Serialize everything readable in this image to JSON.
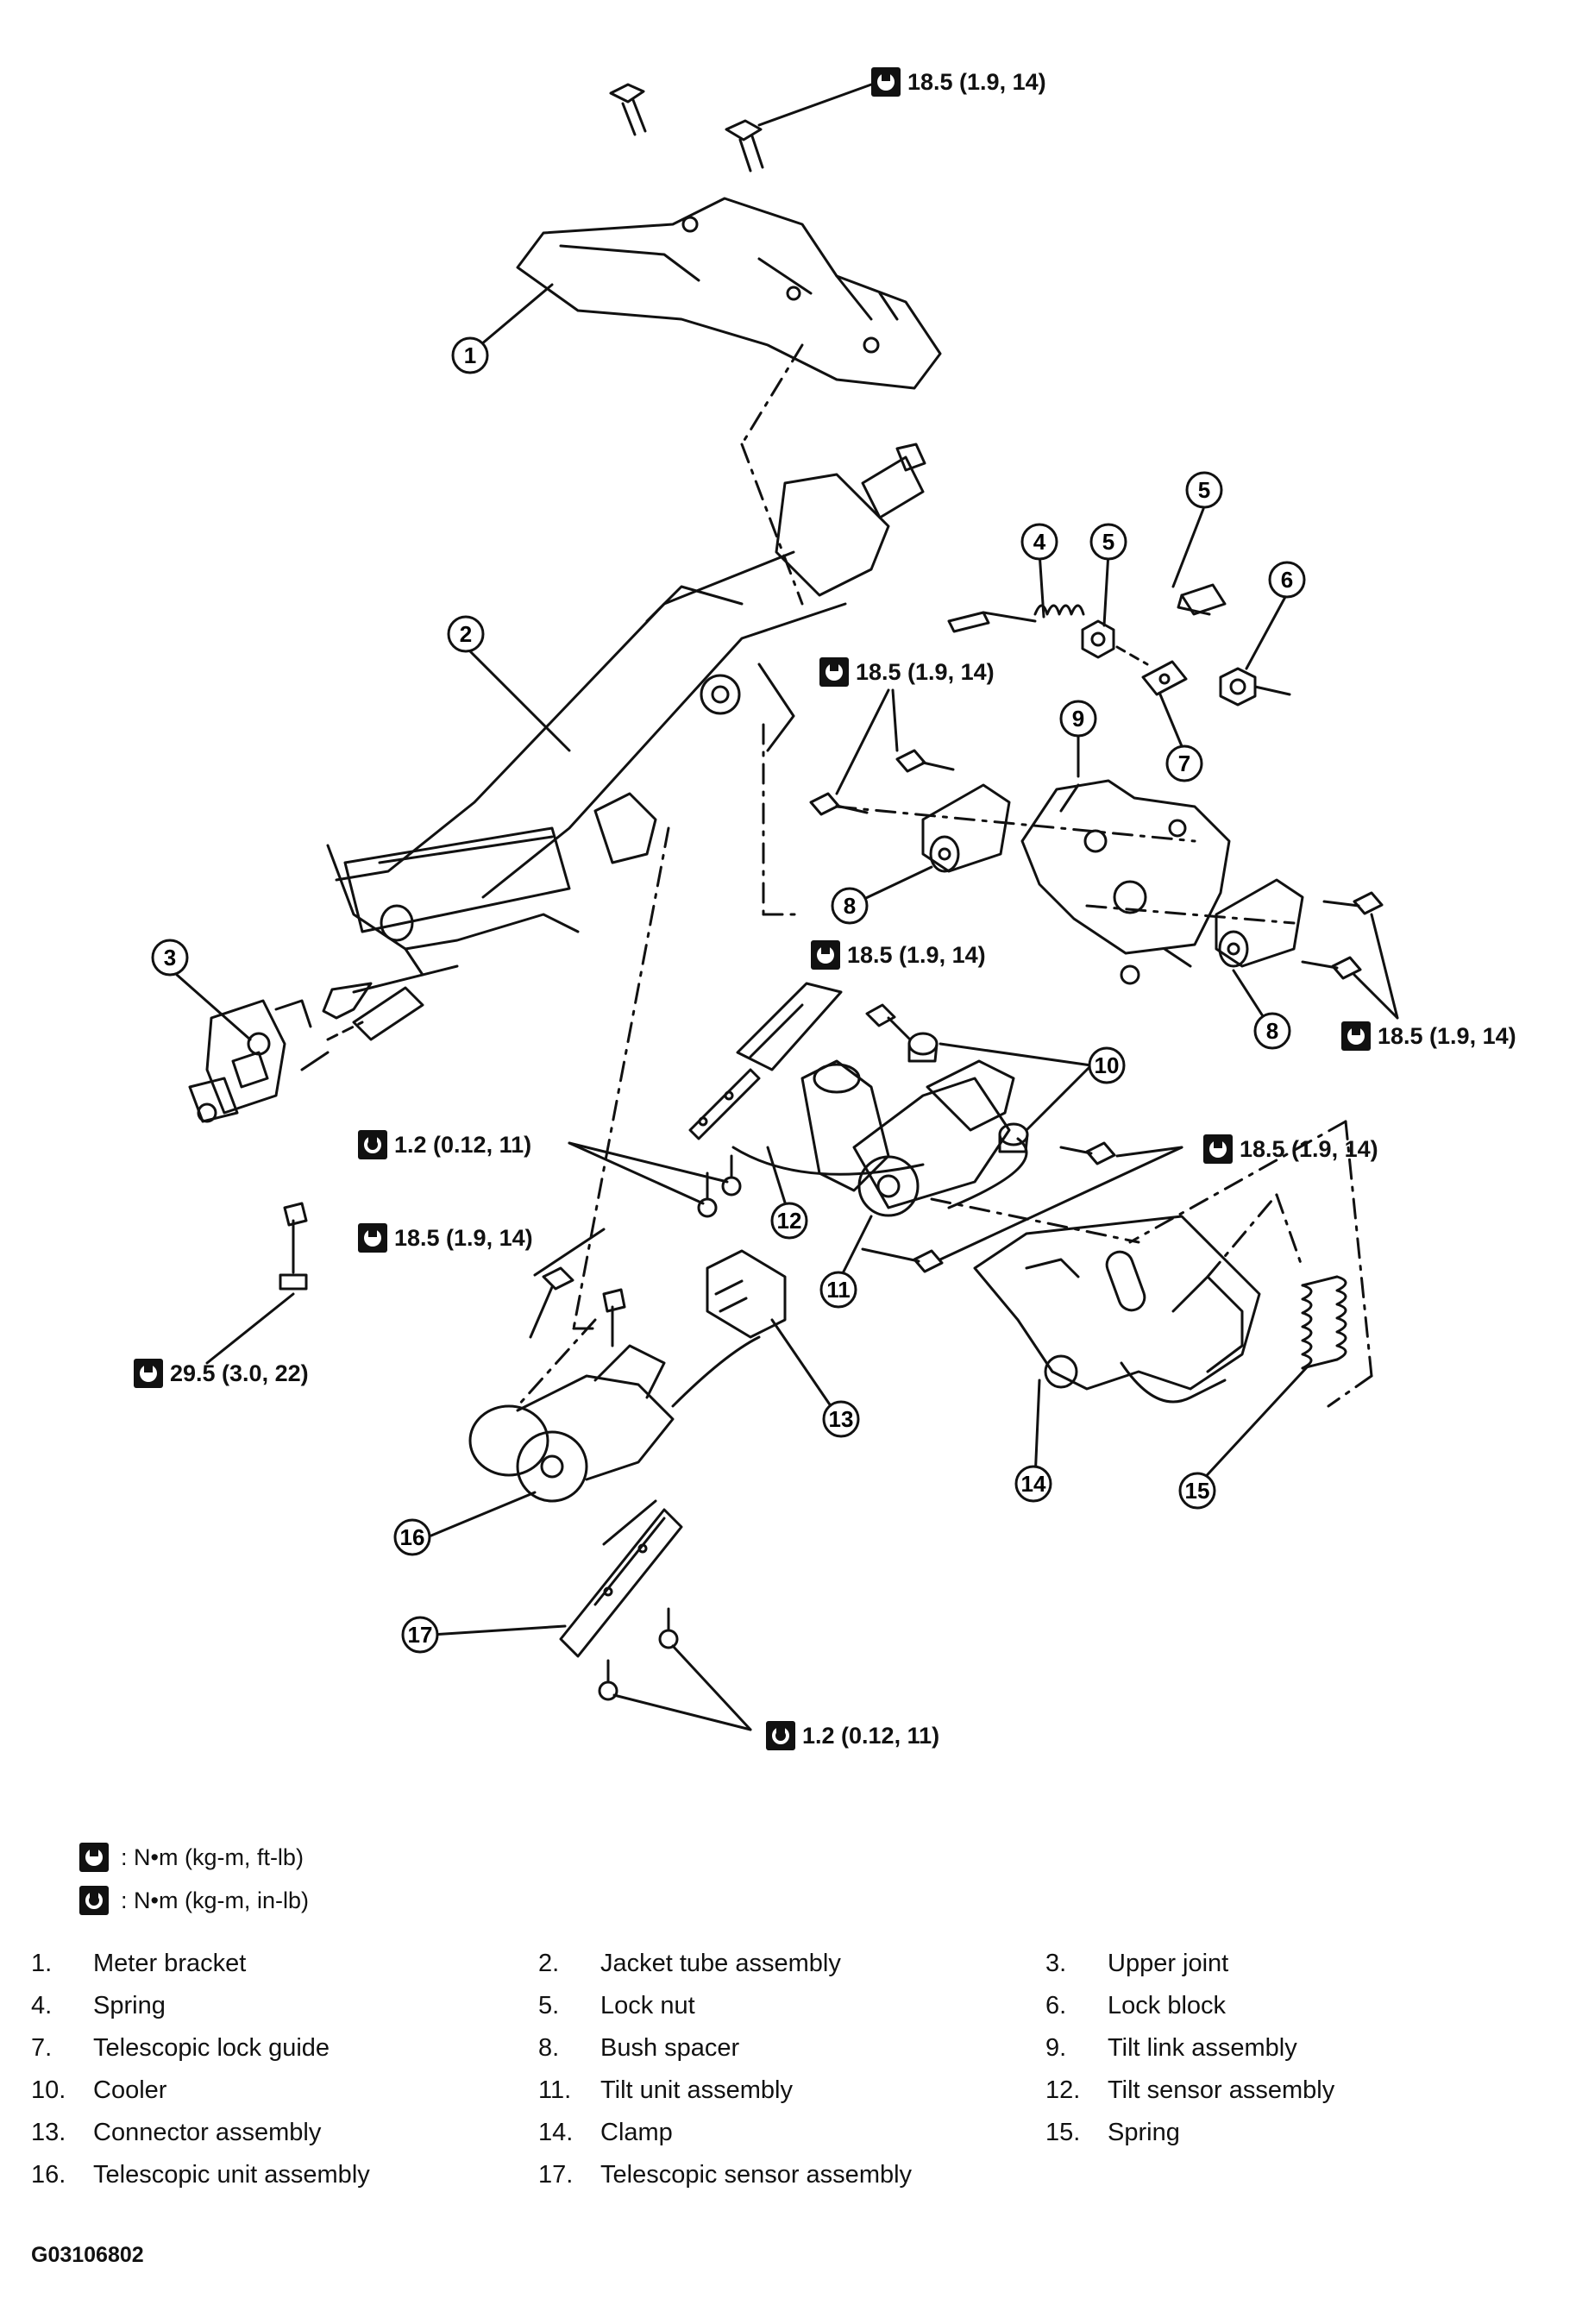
{
  "callouts": [
    "1",
    "2",
    "3",
    "4",
    "5",
    "5",
    "6",
    "7",
    "8",
    "8",
    "9",
    "10",
    "11",
    "12",
    "13",
    "14",
    "15",
    "16",
    "17"
  ],
  "torque_labels": [
    {
      "text": "18.5 (1.9, 14)",
      "unit": "ft-lb"
    },
    {
      "text": "18.5 (1.9, 14)",
      "unit": "ft-lb"
    },
    {
      "text": "18.5 (1.9, 14)",
      "unit": "ft-lb"
    },
    {
      "text": "18.5 (1.9, 14)",
      "unit": "ft-lb"
    },
    {
      "text": "18.5 (1.9, 14)",
      "unit": "ft-lb"
    },
    {
      "text": "1.2 (0.12, 11)",
      "unit": "in-lb"
    },
    {
      "text": "18.5 (1.9, 14)",
      "unit": "ft-lb"
    },
    {
      "text": "29.5 (3.0, 22)",
      "unit": "ft-lb"
    },
    {
      "text": "1.2 (0.12, 11)",
      "unit": "in-lb"
    }
  ],
  "legend": [
    {
      "icon": "torque-wrench-ftlb-icon",
      "text": ": N•m (kg-m, ft-lb)"
    },
    {
      "icon": "torque-wrench-inlb-icon",
      "text": ": N•m (kg-m, in-lb)"
    }
  ],
  "parts": [
    {
      "num": "1.",
      "label": "Meter bracket"
    },
    {
      "num": "2.",
      "label": "Jacket tube assembly"
    },
    {
      "num": "3.",
      "label": "Upper joint"
    },
    {
      "num": "4.",
      "label": "Spring"
    },
    {
      "num": "5.",
      "label": "Lock nut"
    },
    {
      "num": "6.",
      "label": "Lock block"
    },
    {
      "num": "7.",
      "label": "Telescopic lock guide"
    },
    {
      "num": "8.",
      "label": "Bush spacer"
    },
    {
      "num": "9.",
      "label": "Tilt link assembly"
    },
    {
      "num": "10.",
      "label": "Cooler"
    },
    {
      "num": "11.",
      "label": "Tilt unit assembly"
    },
    {
      "num": "12.",
      "label": "Tilt sensor assembly"
    },
    {
      "num": "13.",
      "label": "Connector assembly"
    },
    {
      "num": "14.",
      "label": "Clamp"
    },
    {
      "num": "15.",
      "label": "Spring"
    },
    {
      "num": "16.",
      "label": "Telescopic unit assembly"
    },
    {
      "num": "17.",
      "label": "Telescopic sensor assembly"
    }
  ],
  "figure_id": "G03106802"
}
